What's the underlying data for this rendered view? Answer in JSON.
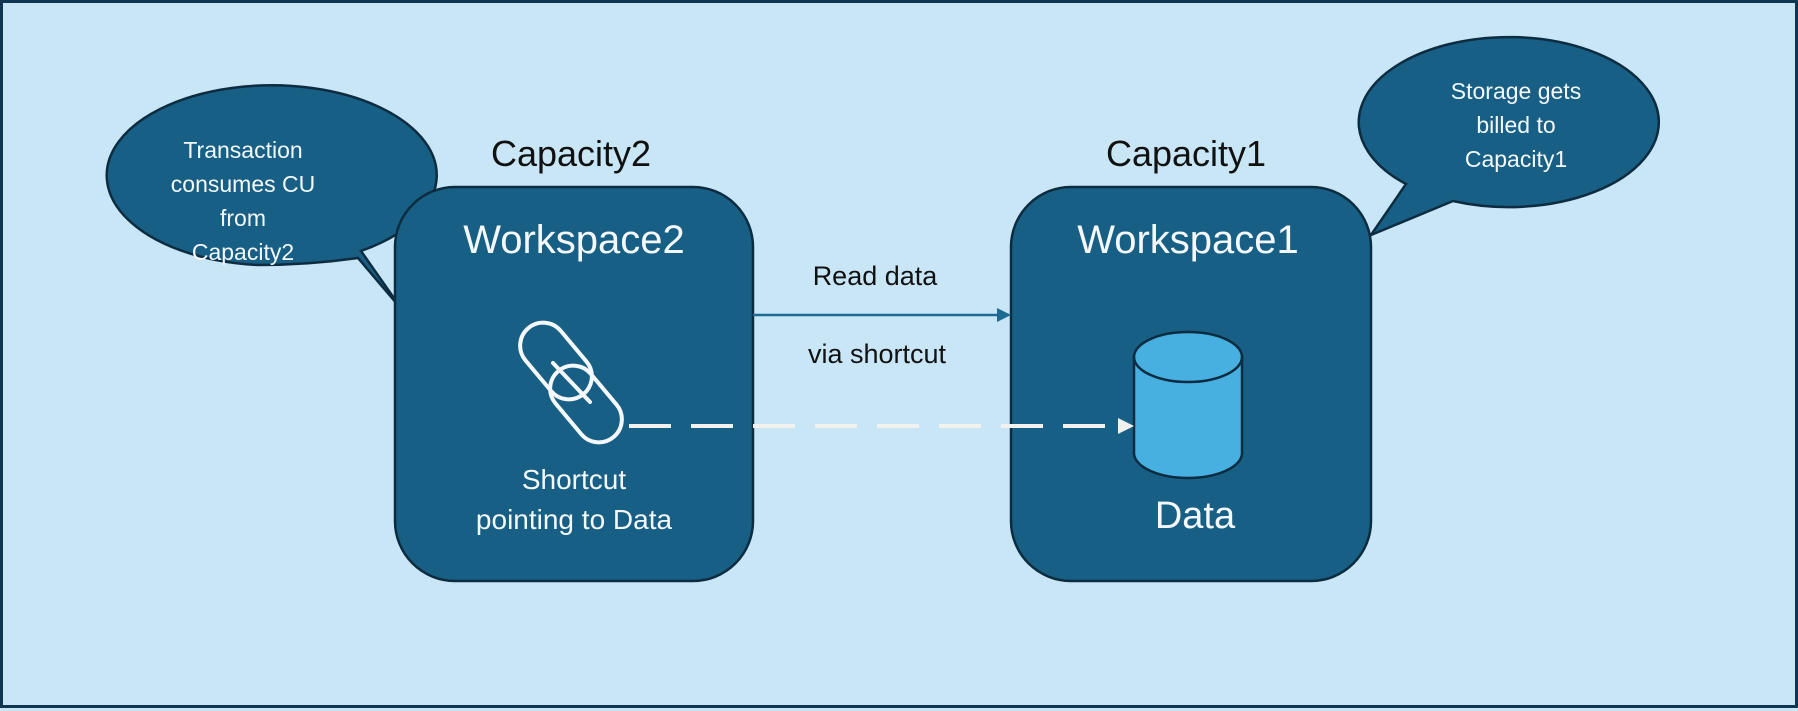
{
  "diagram": {
    "capacities": [
      {
        "label": "Capacity2",
        "workspace": {
          "title": "Workspace2",
          "icon": "link-icon",
          "caption_lines": [
            "Shortcut",
            "pointing to Data"
          ]
        }
      },
      {
        "label": "Capacity1",
        "workspace": {
          "title": "Workspace1",
          "icon": "database-icon",
          "caption_lines": [
            "Data"
          ]
        }
      }
    ],
    "callouts": [
      {
        "lines": [
          "Transaction",
          "consumes CU",
          "from",
          "Capacity2"
        ]
      },
      {
        "lines": [
          "Storage gets",
          "billed to",
          "Capacity1"
        ]
      }
    ],
    "edges": [
      {
        "label_above": "Read data",
        "label_below": "via shortcut",
        "style": "solid",
        "from": "Workspace2",
        "to": "Workspace1"
      },
      {
        "style": "dashed",
        "from": "Shortcut",
        "to": "Data"
      }
    ],
    "colors": {
      "background": "#c8e6f6",
      "node_fill": "#175f84",
      "node_stroke": "#0d2c40",
      "database_fill": "#47b0e0",
      "arrow": "#1d6a93",
      "dashed_arrow": "#f1f1ee"
    }
  }
}
